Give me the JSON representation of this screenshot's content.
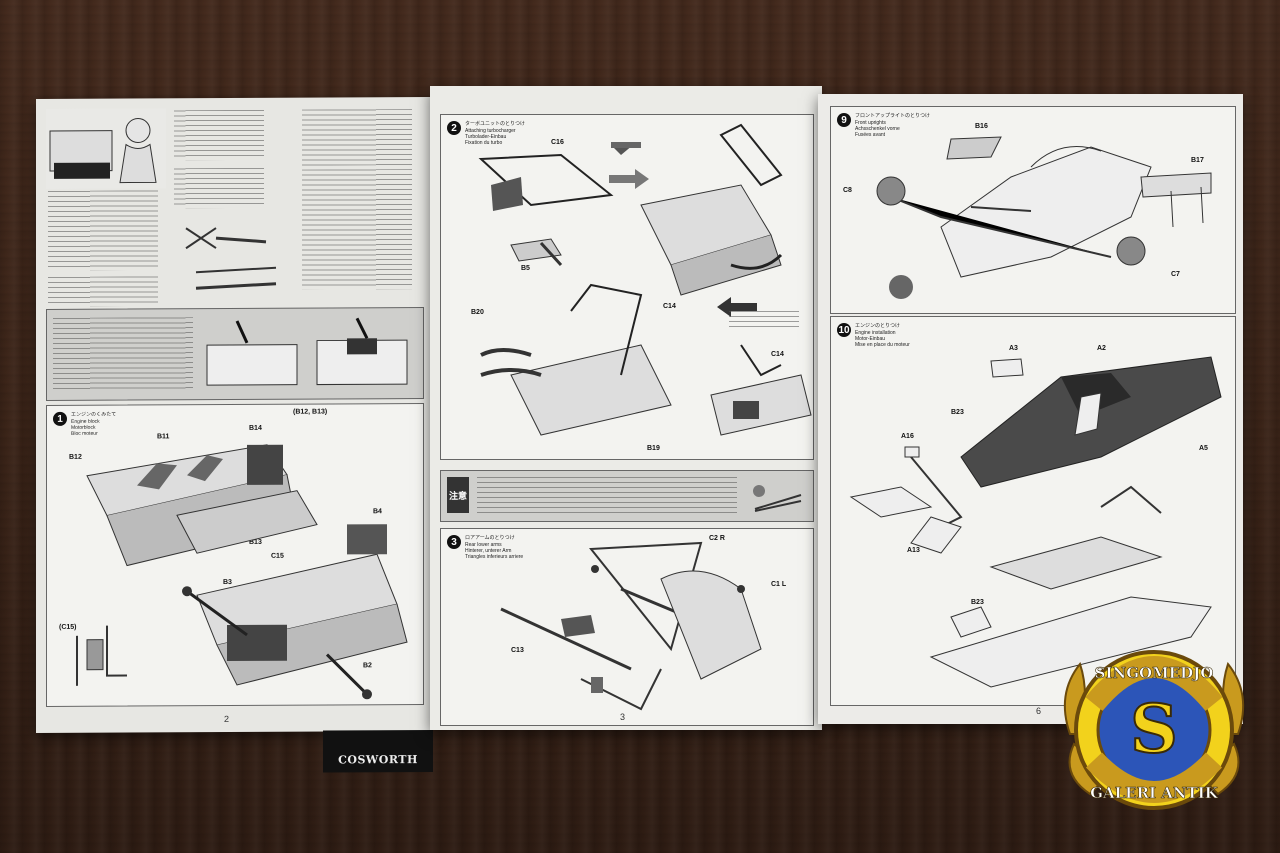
{
  "pages": {
    "left": {
      "number": "2",
      "step": {
        "number": "1",
        "ja": "エンジンのくみたて",
        "en": "Engine block",
        "de": "Motorblock",
        "fr": "Bloc moteur"
      },
      "parts": [
        "B11",
        "B14",
        "B12",
        "B13",
        "B4",
        "C15",
        "B3",
        "B2",
        "(C15)",
        "(B12, B13)"
      ],
      "brand_box": "COSWORTH"
    },
    "middle": {
      "number": "3",
      "step2": {
        "number": "2",
        "ja": "ターボユニットのとりつけ",
        "en": "Attaching turbocharger",
        "de": "Turbolader-Einbau",
        "fr": "Fixation du turbo"
      },
      "step3": {
        "number": "3",
        "ja": "ロアアームのとりつけ",
        "en": "Rear lower arms",
        "de": "Hinterer, unterer Arm",
        "fr": "Triangles inferieurs arriere"
      },
      "parts": [
        "C16",
        "B5",
        "B20",
        "C14",
        "B19",
        "C14",
        "C2 R",
        "C1 L",
        "C13"
      ],
      "note_label": "注意"
    },
    "right": {
      "number": "6",
      "step9": {
        "number": "9",
        "ja": "フロントアップライトのとりつけ",
        "en": "Front uprights",
        "de": "Achsschenkel vorne",
        "fr": "Fusées avant"
      },
      "step10": {
        "number": "10",
        "ja": "エンジンのとりつけ",
        "en": "Engine installation",
        "de": "Motor-Einbau",
        "fr": "Mise en place du moteur"
      },
      "parts": [
        "B16",
        "B17",
        "C8",
        "C7",
        "A3",
        "A2",
        "B23",
        "A16",
        "A5",
        "A13",
        "B23"
      ]
    }
  },
  "logo": {
    "top_text": "SINGOMEDJO",
    "letter": "S",
    "bottom_text": "GALERI ANTIK",
    "colors": {
      "gold": "#c99a1e",
      "blue": "#2c55b8",
      "yellow": "#f2d21c"
    }
  }
}
